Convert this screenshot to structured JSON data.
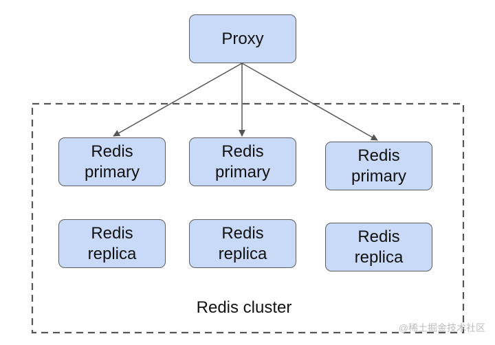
{
  "proxy": {
    "label": "Proxy"
  },
  "cluster": {
    "label": "Redis cluster"
  },
  "primaries": [
    {
      "line1": "Redis",
      "line2": "primary"
    },
    {
      "line1": "Redis",
      "line2": "primary"
    },
    {
      "line1": "Redis",
      "line2": "primary"
    }
  ],
  "replicas": [
    {
      "line1": "Redis",
      "line2": "replica"
    },
    {
      "line1": "Redis",
      "line2": "replica"
    },
    {
      "line1": "Redis",
      "line2": "replica"
    }
  ],
  "watermark": "@稀土掘金技术社区",
  "colors": {
    "node_fill": "#c9daf8",
    "node_border": "#5c5c5c",
    "arrow": "#555555",
    "cluster_border": "#555555"
  }
}
